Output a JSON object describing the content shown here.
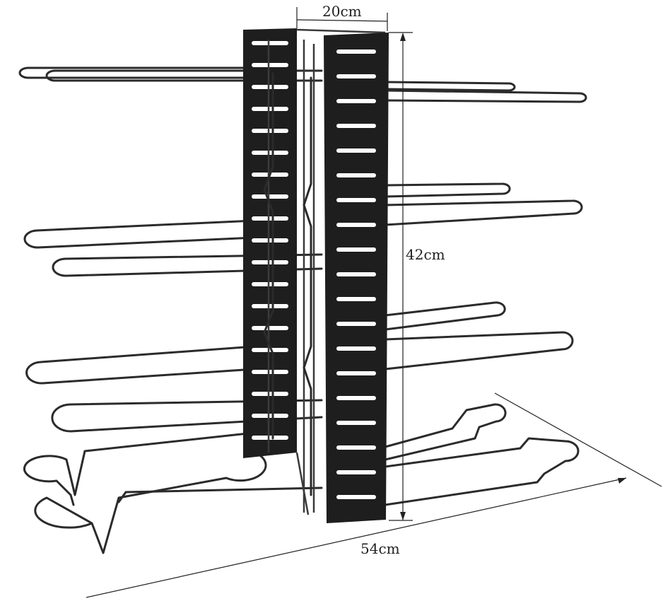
{
  "product": {
    "dimensions": {
      "width": "20cm",
      "height": "42cm",
      "depth": "54cm"
    },
    "colors": {
      "wire": "#2b2b2b",
      "panel": "#1e1e1e",
      "background": "#ffffff"
    }
  }
}
